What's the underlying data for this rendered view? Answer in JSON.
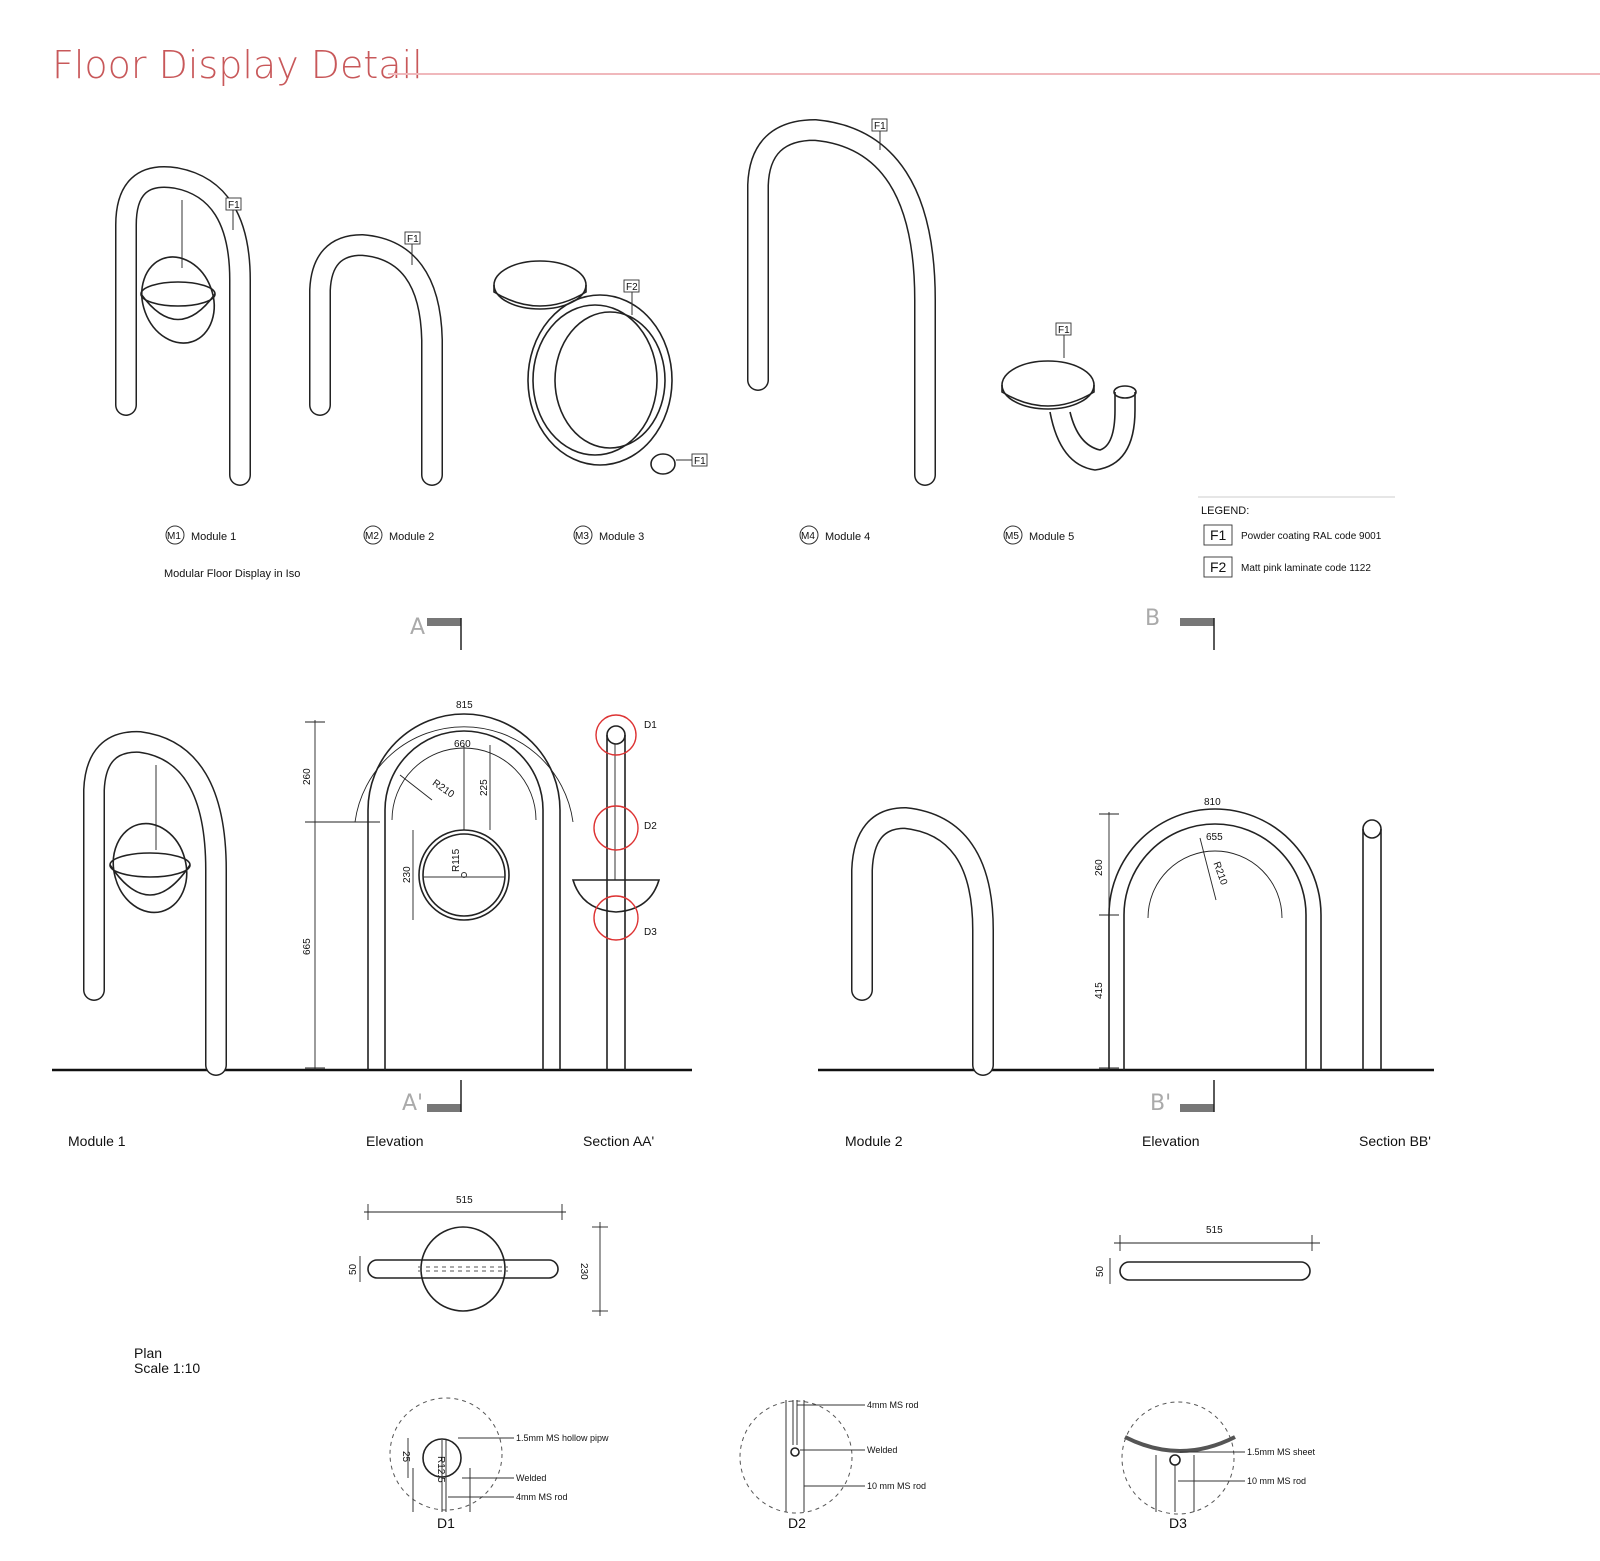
{
  "title": "Floor Display Detail",
  "iso": {
    "caption": "Modular Floor Display in Iso",
    "modules": [
      {
        "tag": "M1",
        "name": "Module 1"
      },
      {
        "tag": "M2",
        "name": "Module 2"
      },
      {
        "tag": "M3",
        "name": "Module 3"
      },
      {
        "tag": "M4",
        "name": "Module 4"
      },
      {
        "tag": "M5",
        "name": "Module 5"
      }
    ],
    "finish_tags": {
      "f1": "F1",
      "f2": "F2"
    }
  },
  "legend": {
    "heading": "LEGEND:",
    "items": [
      {
        "code": "F1",
        "text": "Powder coating RAL code 9001"
      },
      {
        "code": "F2",
        "text": "Matt pink laminate code 1122"
      }
    ]
  },
  "sections": {
    "a": "A",
    "a_prime": "A'",
    "b": "B",
    "b_prime": "B'"
  },
  "views": {
    "module1": "Module 1",
    "elevation1": "Elevation",
    "section_aa": "Section AA'",
    "module2": "Module 2",
    "elevation2": "Elevation",
    "section_bb": "Section BB'"
  },
  "dims_m1": {
    "arc_outer": "815",
    "arc_inner": "660",
    "radius": "R210",
    "h_top": "260",
    "h_bottom": "665",
    "drop": "225",
    "bowl_h": "230",
    "bowl_r": "R115"
  },
  "dims_m2": {
    "arc_outer": "810",
    "arc_inner": "655",
    "radius": "R210",
    "h_top": "260",
    "h_bottom": "415"
  },
  "details_tags": {
    "d1": "D1",
    "d2": "D2",
    "d3": "D3"
  },
  "plan": {
    "title": "Plan",
    "scale": "Scale 1:10",
    "m1_width": "515",
    "m1_depth": "50",
    "m1_bowl": "230",
    "m2_width": "515",
    "m2_depth": "50"
  },
  "details": {
    "d1": {
      "tag": "D1",
      "dia": "25",
      "r": "R12.5",
      "note1": "1.5mm MS hollow pipw",
      "note2": "Welded",
      "note3": "4mm MS rod"
    },
    "d2": {
      "tag": "D2",
      "note1": "4mm MS rod",
      "note2": "Welded",
      "note3": "10 mm MS rod"
    },
    "d3": {
      "tag": "D3",
      "note1": "1.5mm MS sheet",
      "note2": "10 mm MS rod"
    }
  },
  "colors": {
    "title": "#c8585a",
    "title_rule": "#f0b8bc",
    "detail_circle": "#dd3333"
  }
}
